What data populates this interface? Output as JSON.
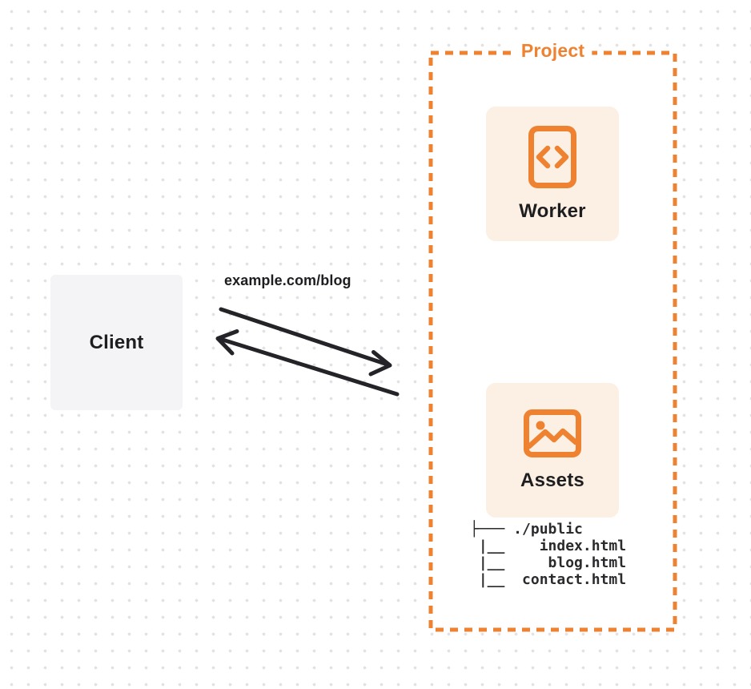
{
  "diagram": {
    "client": {
      "label": "Client"
    },
    "request": {
      "url_label": "example.com/blog"
    },
    "project": {
      "label": "Project",
      "nodes": [
        {
          "id": "worker",
          "label": "Worker",
          "icon": "code-file-icon"
        },
        {
          "id": "assets",
          "label": "Assets",
          "icon": "image-icon"
        }
      ],
      "file_tree": [
        "├─── ./public",
        " |__    index.html",
        " |__     blog.html",
        " |__  contact.html"
      ]
    }
  },
  "colors": {
    "accent": "#EE8230",
    "node_fill": "#FBF0E3",
    "client_fill": "#F4F4F6",
    "ink": "#1E1E21",
    "arrow": "#242428",
    "tree_text": "#2B2B2E",
    "dot": "#E2E2E5",
    "canvas_bg": "#FFFFFF"
  }
}
